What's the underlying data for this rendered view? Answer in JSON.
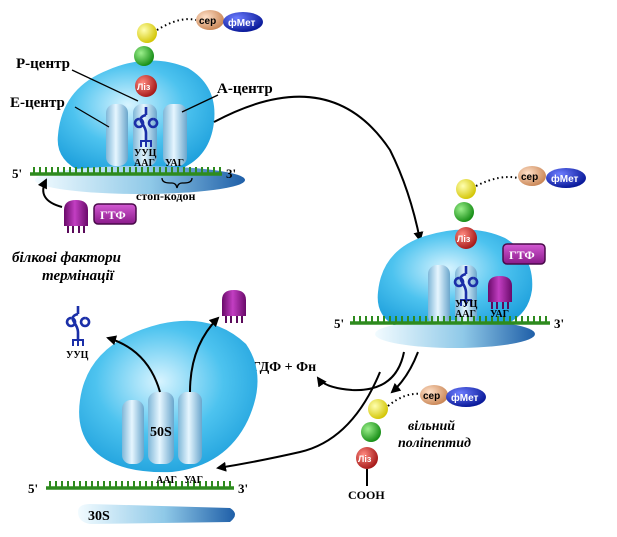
{
  "labels": {
    "p_site": "Р-центр",
    "e_site": "Е-центр",
    "a_site": "А-центр",
    "stop_codon": "стоп-кодон",
    "five_prime": "5'",
    "three_prime": "3'",
    "release_factors_line1": "білкові фактори",
    "release_factors_line2": "термінації",
    "gtp": "ГТФ",
    "gdp_pi": "ГДФ + Фн",
    "free_line1": "вільний",
    "free_line2": "поліпептид",
    "cooh": "COOH",
    "large_subunit": "50S",
    "small_subunit": "30S"
  },
  "amino_acids": {
    "lys": "Ліз",
    "ser": "сер",
    "fmet": "фМет"
  },
  "codons": {
    "anticodon": "УУЦ",
    "codon_p": "ААГ",
    "codon_a": "УАГ"
  },
  "colors": {
    "ribosome": "#3ab8ea",
    "mrna": "#2e8b1e",
    "lys": "#c62828",
    "green_aa": "#22a322",
    "yellow_aa": "#e8e81a",
    "ser": "#e3a57c",
    "fmet": "#1a2fbf",
    "release_factor": "#8e1a8e",
    "trna": "#1b2fa8"
  }
}
